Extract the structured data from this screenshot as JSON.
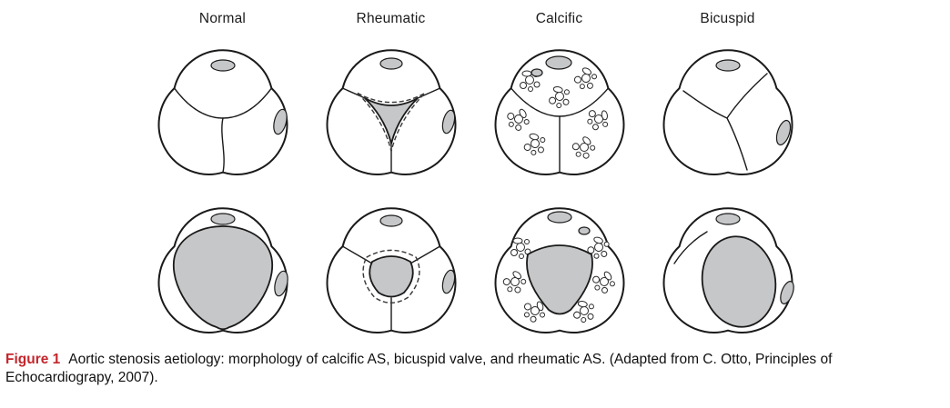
{
  "figure": {
    "columns": [
      {
        "label": "Normal"
      },
      {
        "label": "Rheumatic"
      },
      {
        "label": "Calcific"
      },
      {
        "label": "Bicuspid"
      }
    ],
    "rows": [
      {
        "cells": [
          "normal-valve-closed",
          "rheumatic-valve-closed",
          "calcific-valve-closed",
          "bicuspid-valve-closed"
        ]
      },
      {
        "cells": [
          "normal-valve-open",
          "rheumatic-valve-open",
          "calcific-valve-open",
          "bicuspid-valve-open"
        ]
      }
    ]
  },
  "caption": {
    "label": "Figure 1",
    "line1": "Aortic stenosis aetiology: morphology of calcific AS, bicuspid valve, and rheumatic AS. (Adapted from C. Otto, Principles of",
    "line2": "Echocardiograpy, 2007)."
  },
  "colors": {
    "caption_label": "#c3262c",
    "valve_fill": "#c6c7c8",
    "outline": "#1a1a1a",
    "background": "#ffffff"
  }
}
